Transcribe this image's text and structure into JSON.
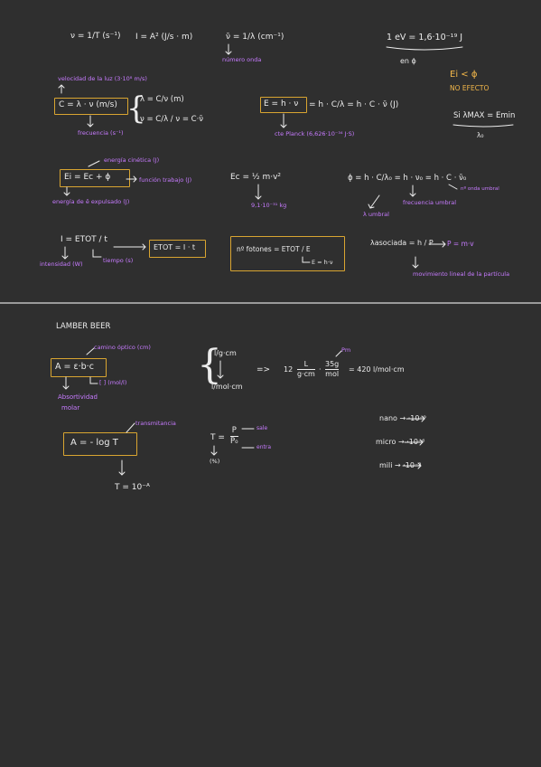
{
  "colors": {
    "background": "#2f2f2f",
    "ink": "#ececec",
    "annotation": "#c77bff",
    "box": "#d9a531",
    "highlight": "#f4b84a"
  },
  "top": {
    "nu_def": "ν = 1/T (s⁻¹)",
    "intensity_def": "I = A² (J/s · m)",
    "wavenumber_def": "ν̄ = 1/λ (cm⁻¹)",
    "wavenumber_note": "número onda",
    "ev_def": "1 eV = 1,6·10⁻¹⁹ J",
    "ev_note": "en ϕ",
    "ei_lt_phi": "Ei < ϕ",
    "no_efecto": "NO EFECTO",
    "lambda_max": "Si λMAX = Emin",
    "lambda0": "λ₀"
  },
  "row2": {
    "c_note": "velocidad de la luz (3·10⁸ m/s)",
    "c_eq": "C = λ · ν (m/s)",
    "freq_note": "frecuencia (s⁻¹)",
    "lambda_eq": "λ = C/ν (m)",
    "nu_eq": "ν = C/λ / ν = C·ν̄",
    "energy_box": "E = h · ν",
    "energy_rest": "= h · C/λ = h · C · ν̄ (J)",
    "planck_note": "cte Planck (6,626·10⁻³⁴ J·S)"
  },
  "row3": {
    "kinetic_note": "energía cinética (J)",
    "ei_box": "Ei = Ec + ϕ",
    "work_note": "función trabajo (J)",
    "ei_note": "energía de ē expulsado (J)",
    "ec_eq": "Ec = ½ m·v²",
    "mass_note": "9,1·10⁻³¹ kg",
    "phi_eq": "ϕ = h · C/λ₀ = h · ν₀ = h · C · ν̄₀",
    "wavenumber_umbral": "nº onda umbral",
    "lambda_umbral": "λ umbral",
    "freq_umbral": "frecuencia umbral"
  },
  "row4": {
    "intensity_eq": "I = ETOT / t",
    "intensity_note": "intensidad (W)",
    "time_note": "tiempo (s)",
    "etot_box": "ETOT = I · t",
    "photons_box": "nº fotones = ETOT / E",
    "photons_sub": "E = h·ν",
    "lambda_assoc": "λasociada = h / P",
    "momentum_eq": "P = m·v",
    "momentum_note": "movimiento lineal de la partícula"
  },
  "lamber": {
    "title": "LAMBER BEER",
    "path_note": "camino óptico (cm)",
    "beer_box": "A = ε·b·c",
    "conc_note": "[ ] (mol/l)",
    "absorb_note1": "Absortividad",
    "absorb_note2": "molar",
    "units_1": "l/g·cm",
    "units_2": "l/mol·cm",
    "implies": "=>",
    "example_start": "12",
    "example_l": "L",
    "example_gcm": "g·cm",
    "example_35g": "35g",
    "example_mol": "mol",
    "example_result": "= 420 l/mol·cm",
    "pm_note": "Pm",
    "trans_note": "transmitancia",
    "log_box": "A = - log T",
    "t_eq": "T =",
    "t_num": "P",
    "t_den": "P₀",
    "sale": "sale",
    "entra": "entra",
    "percent": "(%)",
    "t_result": "T = 10⁻ᴬ",
    "nano": "nano → ·10⁻⁹",
    "micro": "micro → ·10⁻⁶",
    "mili": "mili → ·10⁻³"
  }
}
